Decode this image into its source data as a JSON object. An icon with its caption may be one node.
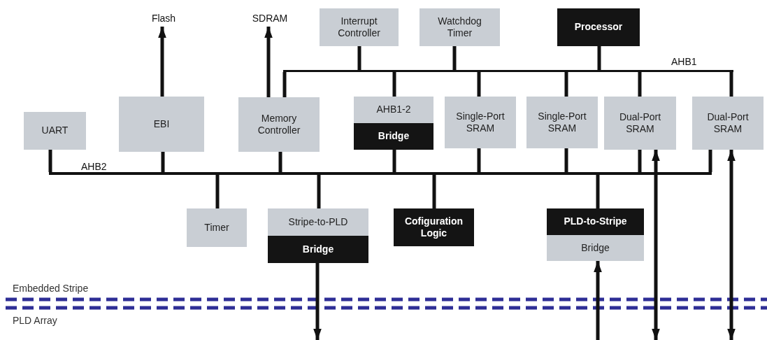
{
  "diagram": {
    "nodes": [
      {
        "text": [
          "Flash"
        ]
      },
      {
        "text": [
          "SDRAM"
        ]
      },
      {
        "text": [
          "Interrupt Controller"
        ]
      },
      {
        "text": [
          "Watchdog Timer"
        ]
      },
      {
        "text": [
          "Processor"
        ]
      },
      {
        "text": [],
        "shape": "bar",
        "beside": [
          "AHB1"
        ]
      },
      {
        "text": [
          "UART"
        ]
      },
      {
        "text": [
          "EBI"
        ]
      },
      {
        "text": [
          "Memory Controller"
        ]
      },
      {
        "text": [
          "AHB1-2",
          "Bridge"
        ]
      },
      {
        "text": [
          "Single-Port SRAM"
        ]
      },
      {
        "text": [
          "Single-Port SRAM"
        ]
      },
      {
        "text": [
          "Dual-Port SRAM"
        ]
      },
      {
        "text": [
          "Dual-Port SRAM"
        ]
      },
      {
        "text": [],
        "shape": "bar",
        "beside": [
          "AHB2"
        ]
      },
      {
        "text": [
          "Timer"
        ]
      },
      {
        "text": [
          "Stripe-to-PLD",
          "Bridge"
        ]
      },
      {
        "text": [
          "Cofiguration Logic"
        ]
      },
      {
        "text": [
          "PLD-to-Stripe",
          "Bridge"
        ]
      }
    ],
    "edges": [
      {
        "from": 7,
        "to": 0,
        "arrow": "to"
      },
      {
        "from": 8,
        "to": 1,
        "arrow": "to"
      },
      {
        "from": 2,
        "to": 5,
        "arrow": "none"
      },
      {
        "from": 3,
        "to": 5,
        "arrow": "none"
      },
      {
        "from": 4,
        "to": 5,
        "arrow": "none"
      },
      {
        "from": 8,
        "to": 5,
        "arrow": "none"
      },
      {
        "from": 9,
        "to": 5,
        "arrow": "none"
      },
      {
        "from": 10,
        "to": 5,
        "arrow": "none"
      },
      {
        "from": 11,
        "to": 5,
        "arrow": "none"
      },
      {
        "from": 12,
        "to": 5,
        "arrow": "none"
      },
      {
        "from": 13,
        "to": 5,
        "arrow": "none"
      },
      {
        "from": 6,
        "to": 14,
        "arrow": "none"
      },
      {
        "from": 7,
        "to": 14,
        "arrow": "none"
      },
      {
        "from": 8,
        "to": 14,
        "arrow": "none"
      },
      {
        "from": 9,
        "to": 14,
        "arrow": "none"
      },
      {
        "from": 10,
        "to": 14,
        "arrow": "none"
      },
      {
        "from": 11,
        "to": 14,
        "arrow": "none"
      },
      {
        "from": 12,
        "to": 14,
        "arrow": "none"
      },
      {
        "from": 13,
        "to": 14,
        "arrow": "none"
      },
      {
        "from": 14,
        "to": 15,
        "arrow": "none"
      },
      {
        "from": 14,
        "to": 16,
        "arrow": "none"
      },
      {
        "from": 14,
        "to": 17,
        "arrow": "none"
      },
      {
        "from": 14,
        "to": 18,
        "arrow": "none"
      },
      {
        "from": 16,
        "to": null,
        "arrow": "to"
      },
      {
        "from": null,
        "to": 18,
        "arrow": "to"
      },
      {
        "from": 12,
        "to": null,
        "arrow": "both"
      },
      {
        "from": 13,
        "to": null,
        "arrow": "both"
      }
    ],
    "labels": [
      "Embedded Stripe",
      "PLD Array"
    ]
  }
}
